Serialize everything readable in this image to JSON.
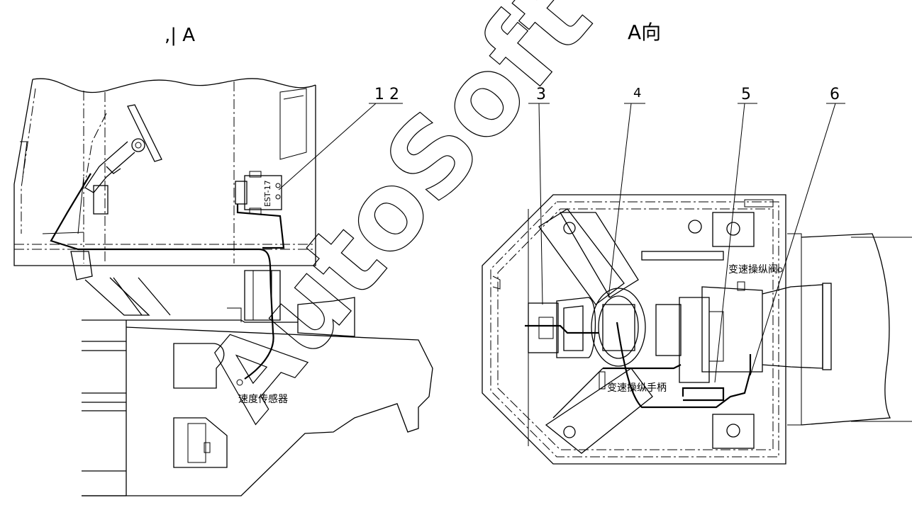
{
  "views": {
    "left_title": ",| A",
    "right_title": "A向"
  },
  "callouts": {
    "n12": "1 2",
    "n3": "3",
    "n4": "4",
    "n5": "5",
    "n6": "6"
  },
  "labels": {
    "speed_sensor": "速度传感器",
    "shift_handle": "变速操纵手柄",
    "shift_valve": "变速操纵阀",
    "controller_tag": "EST-17"
  },
  "watermark": "AutoSoft"
}
